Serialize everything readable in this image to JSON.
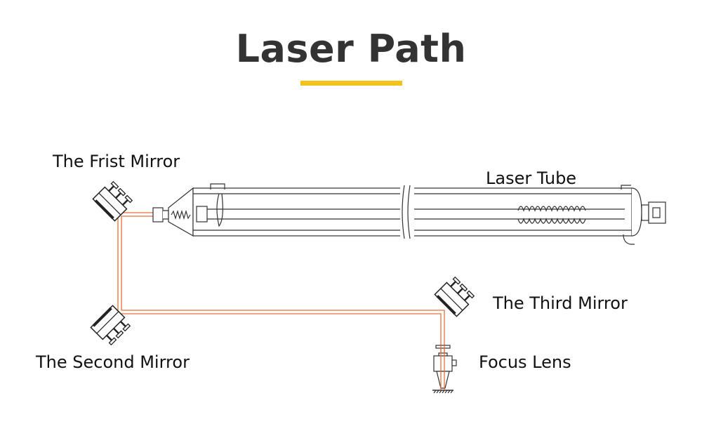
{
  "title": "Laser Path",
  "colors": {
    "accent": "#f2c11b",
    "beam": "#e8703a",
    "line": "#333333"
  },
  "labels": {
    "first_mirror": "The Frist Mirror",
    "second_mirror": "The Second Mirror",
    "third_mirror": "The Third Mirror",
    "laser_tube": "Laser Tube",
    "focus_lens": "Focus Lens"
  }
}
